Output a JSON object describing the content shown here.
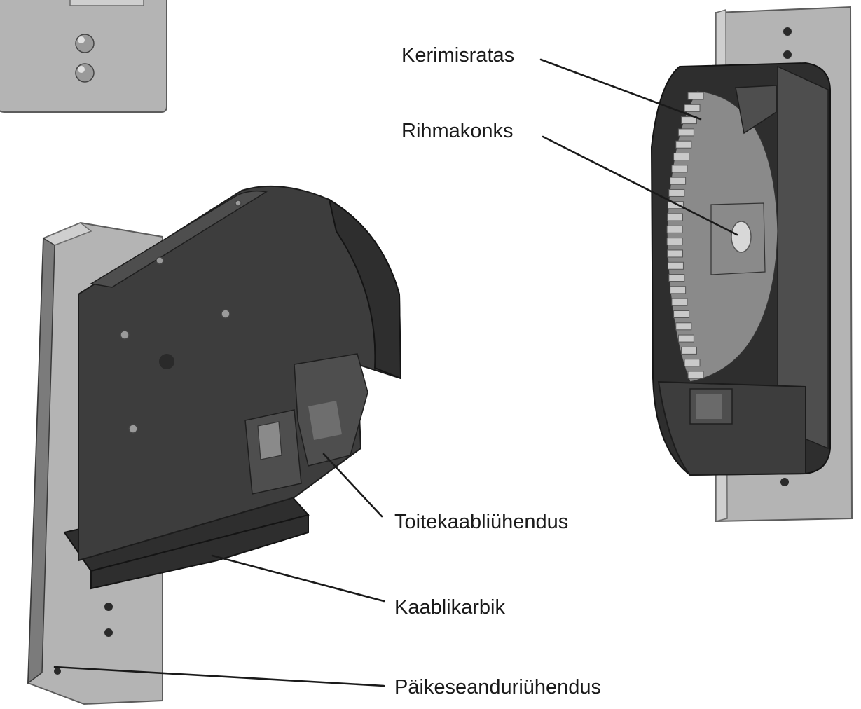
{
  "labels": {
    "winding_wheel": "Kerimisratas",
    "belt_hook": "Rihmakonks",
    "power_cable_connection": "Toitekaabliühendus",
    "cable_box": "Kaablikarbik",
    "sun_sensor_connection": "Päikeseanduriühendus"
  },
  "colors": {
    "housing": "#3d3d3d",
    "plate": "#b4b4b4",
    "line": "#1a1a1a"
  }
}
